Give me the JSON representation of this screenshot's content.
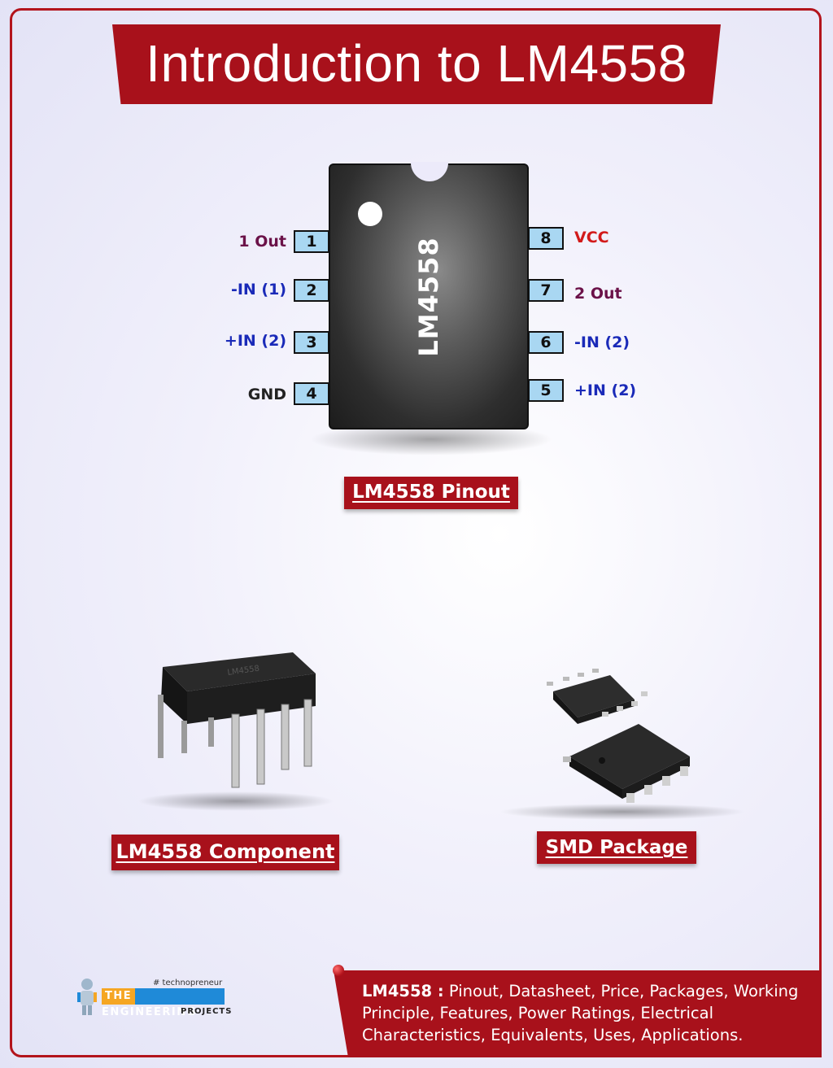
{
  "title": "Introduction to LM4558",
  "chip": {
    "marking": "LM4558",
    "pins_left": [
      {
        "number": "1",
        "label": "1 Out",
        "color": "#6b1248"
      },
      {
        "number": "2",
        "label": "-IN (1)",
        "color": "#1a2ab8"
      },
      {
        "number": "3",
        "label": "+IN (2)",
        "color": "#1a2ab8"
      },
      {
        "number": "4",
        "label": "GND",
        "color": "#222222"
      }
    ],
    "pins_right": [
      {
        "number": "8",
        "label": "VCC",
        "color": "#d21a1a"
      },
      {
        "number": "7",
        "label": "2 Out",
        "color": "#6b1248"
      },
      {
        "number": "6",
        "label": "-IN (2)",
        "color": "#1a2ab8"
      },
      {
        "number": "5",
        "label": "+IN (2)",
        "color": "#1a2ab8"
      }
    ]
  },
  "captions": {
    "pinout": "LM4558 Pinout",
    "component": "LM4558 Component",
    "smd": "SMD Package"
  },
  "footer": {
    "bold": "LM4558 :",
    "text": "Pinout, Datasheet, Price, Packages, Working Principle, Features, Power Ratings, Electrical Characteristics, Equivalents, Uses, Applications."
  },
  "logo": {
    "tagline": "# technopreneur",
    "the": "THE",
    "name": "ENGINEERING",
    "sub": "PROJECTS"
  },
  "colors": {
    "accent": "#a8111b",
    "pin_fill": "#a9d7f2"
  }
}
